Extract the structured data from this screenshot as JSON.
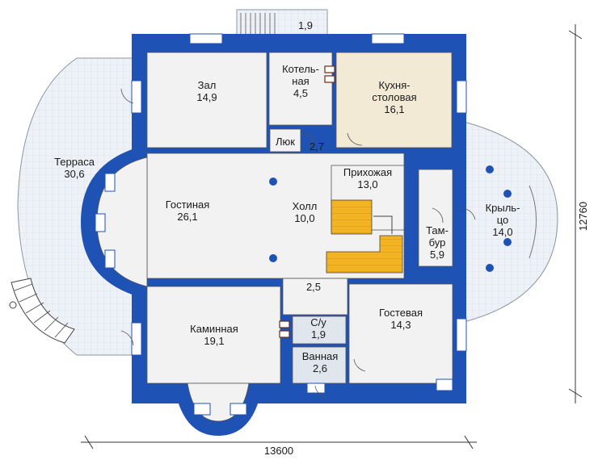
{
  "plan": {
    "rooms": [
      {
        "name": "Зал",
        "area": "14,9"
      },
      {
        "name": "Котель-|ная",
        "area": "4,5"
      },
      {
        "name": "Кухня-|столовая",
        "area": "16,1"
      },
      {
        "name": "Терраса",
        "area": "30,6"
      },
      {
        "name": "Гостиная",
        "area": "26,1"
      },
      {
        "name": "Холл",
        "area": "10,0"
      },
      {
        "name": "Прихожая",
        "area": "13,0"
      },
      {
        "name": "Там-|бур",
        "area": "5,9"
      },
      {
        "name": "Крыль-|цо",
        "area": "14,0"
      },
      {
        "name": "Каминная",
        "area": "19,1"
      },
      {
        "name": "Гостевая",
        "area": "14,3"
      },
      {
        "name": "С/у",
        "area": "1,9"
      },
      {
        "name": "Ванная",
        "area": "2,6"
      }
    ],
    "extra_labels": {
      "luk": "Люк",
      "luk_area": "2,7",
      "corridor_area": "2,5",
      "porch_top": "1,9"
    },
    "dimensions": {
      "width": "13600",
      "height": "12760"
    },
    "colors": {
      "wall": "#1f52b5",
      "room": "#f2f2f2",
      "kitchen": "#f3ead6",
      "terrace": "#e9eef3",
      "stair": "#f2b423",
      "line": "#333333"
    }
  }
}
